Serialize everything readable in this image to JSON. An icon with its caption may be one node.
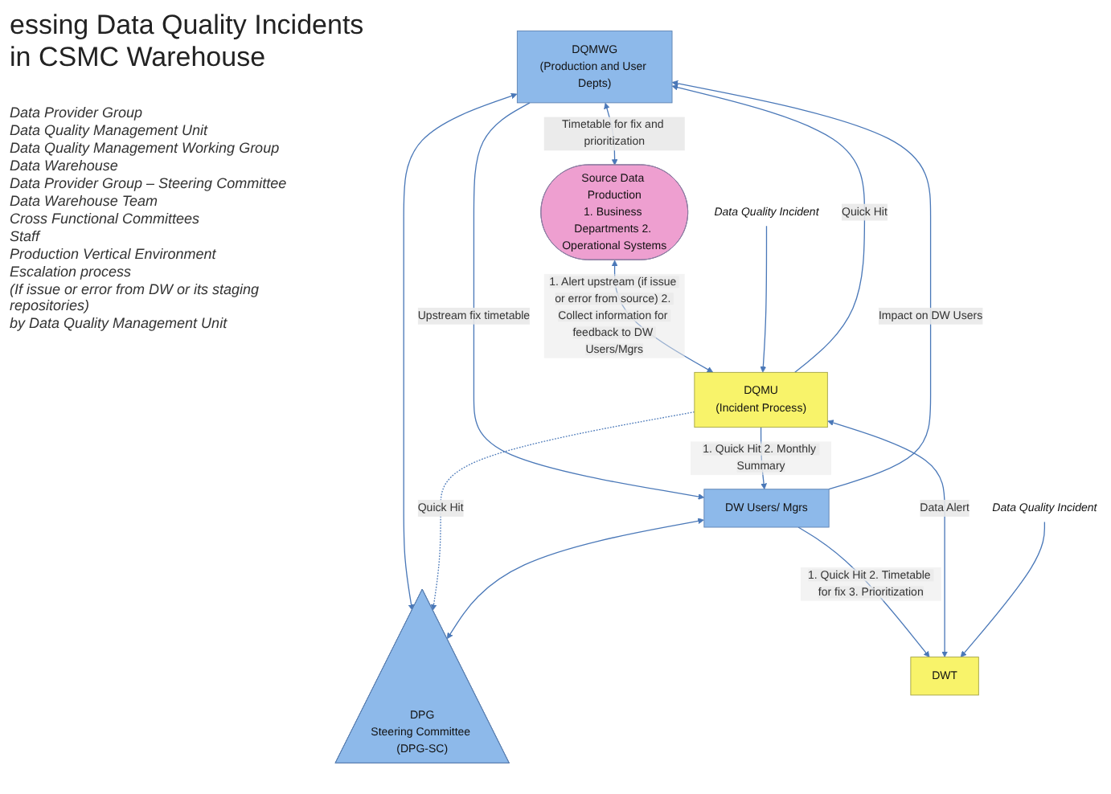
{
  "diagram": {
    "title": "essing Data Quality Incidents in CSMC Warehouse",
    "nodes": [
      {
        "text": [
          "DPG",
          "Steering Committee (DPG-SC)"
        ]
      },
      {
        "text": [
          "DQMWG",
          "(Production and User Depts)"
        ]
      },
      {
        "text": [
          "DW Users/ Mgrs"
        ]
      },
      {
        "text": [
          "Source Data Production",
          "1. Business Departments 2. Operational Systems"
        ]
      },
      {
        "text": [
          "DQMU",
          "(Incident Process)"
        ]
      },
      {
        "text": [
          "DWT"
        ]
      },
      {
        "text": [
          "Data Quality Incident"
        ]
      },
      {
        "text": [
          "Data Quality Incident"
        ]
      }
    ],
    "edges": [
      {
        "from": 1,
        "to": 0,
        "arrow": "both"
      },
      {
        "from": 4,
        "to": 0,
        "arrow": "to",
        "style": "dashed",
        "label": "Quick Hit"
      },
      {
        "from": 2,
        "to": 0,
        "arrow": "both"
      },
      {
        "from": 1,
        "to": 3,
        "arrow": "both",
        "label": "Timetable for fix and prioritization"
      },
      {
        "from": 2,
        "to": 1,
        "arrow": "to",
        "label": "Impact on DW Users"
      },
      {
        "from": 1,
        "to": 2,
        "arrow": "to",
        "label": "Upstream fix timetable"
      },
      {
        "from": 4,
        "to": 1,
        "arrow": "to",
        "label": "Quick Hit"
      },
      {
        "from": 4,
        "to": 2,
        "arrow": "to",
        "label": "1. Quick Hit 2. Monthly Summary"
      },
      {
        "from": 2,
        "to": 5,
        "arrow": "to",
        "label": "1. Quick Hit 2. Timetable for fix 3. Prioritization"
      },
      {
        "from": 3,
        "to": 4,
        "arrow": "both",
        "label": "1. Alert upstream (if issue or error from source) 2. Collect information for feedback to DW Users/Mgrs"
      },
      {
        "from": 4,
        "to": 5,
        "arrow": "both",
        "label": "Data Alert"
      },
      {
        "from": 6,
        "to": 4,
        "arrow": "to"
      },
      {
        "from": 7,
        "to": 5,
        "arrow": "to"
      }
    ],
    "labels": [
      "Data Provider Group",
      "Data Quality Management Unit",
      "Data Quality Management Working Group",
      "Data Warehouse",
      "Data Provider Group – Steering Committee",
      "Data Warehouse Team",
      "Cross Functional Committees",
      "Staff",
      "Production Vertical Environment",
      "Escalation process",
      "(If issue or error from DW or its staging repositories)",
      "by Data Quality Management Unit"
    ]
  }
}
